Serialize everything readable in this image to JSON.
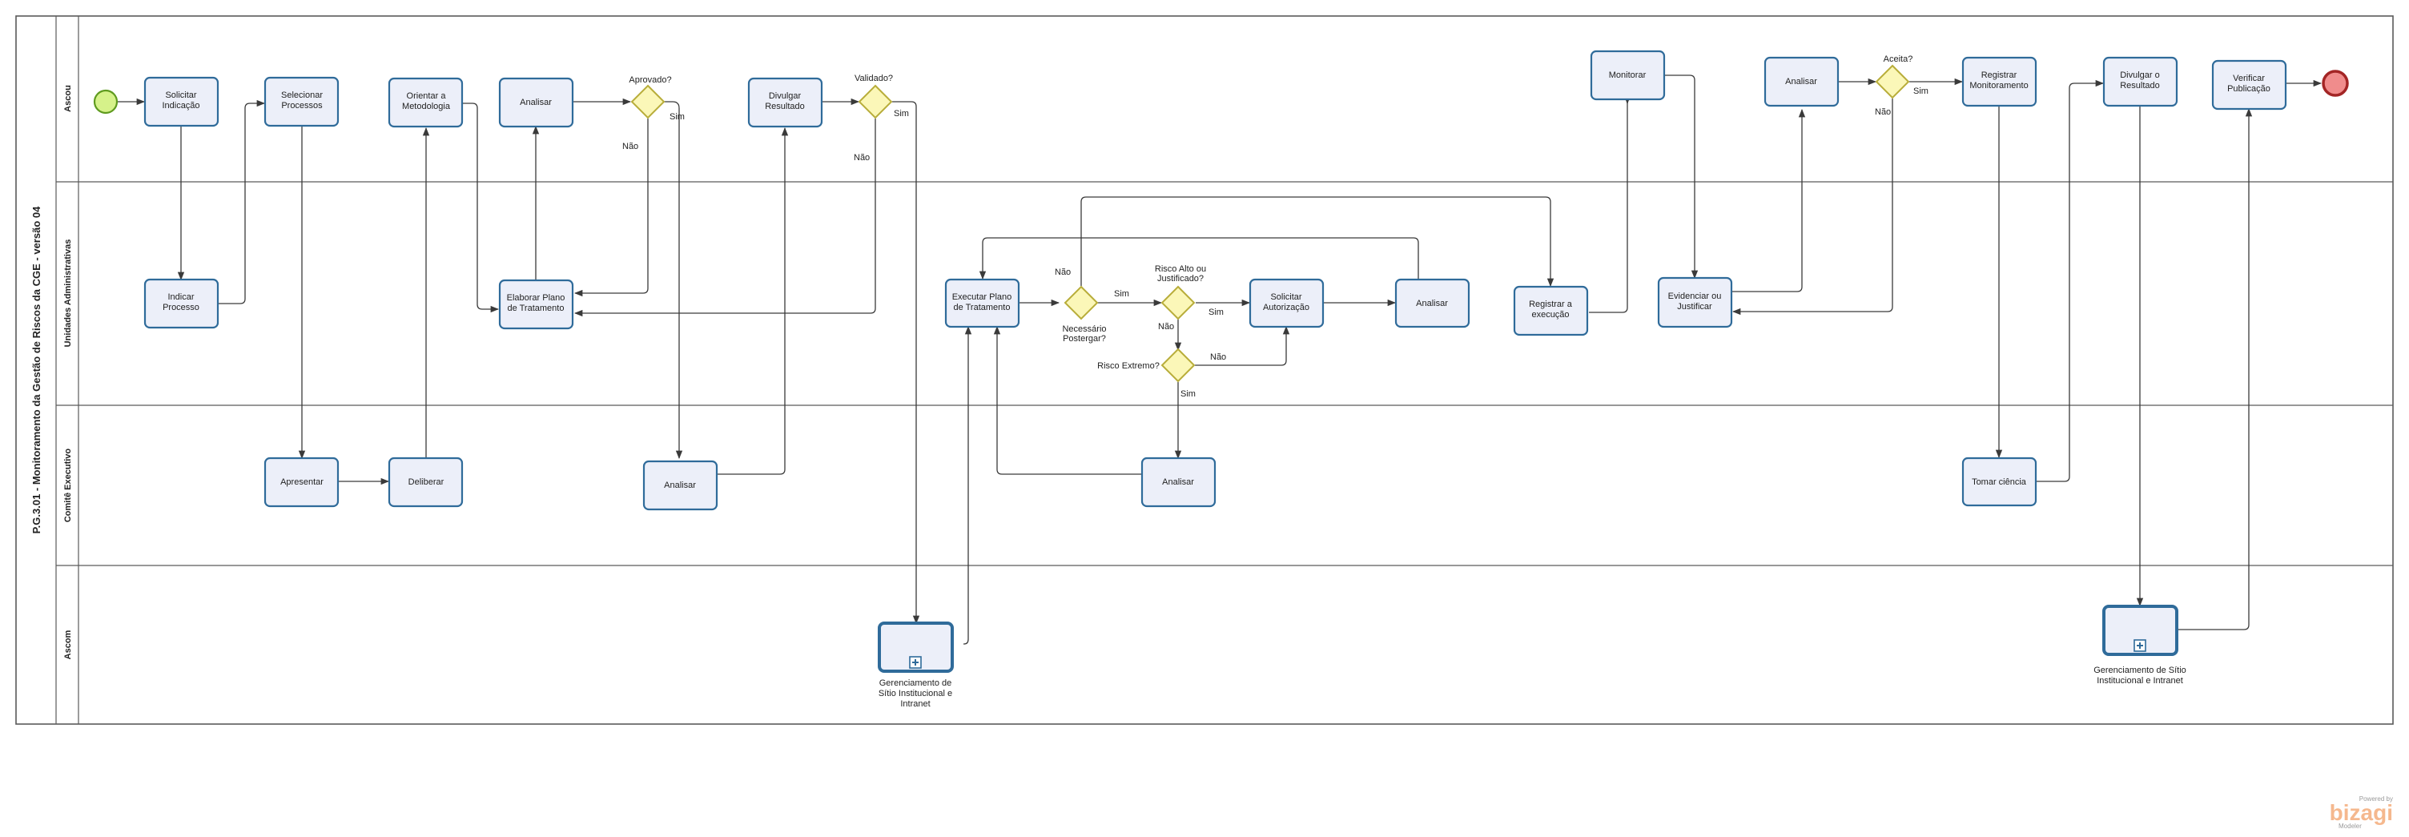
{
  "pool": {
    "title": "P.G.3.01 - Monitoramento da Gestão de Riscos da CGE - versão 04"
  },
  "lanes": [
    "Ascou",
    "Unidades Administrativas",
    "Comitê Executivo",
    "Ascom"
  ],
  "tasks": {
    "solicitar_indicacao": "Solicitar Indicação",
    "indicar_processo": "Indicar Processo",
    "selecionar_processos": "Selecionar Processos",
    "apresentar": "Apresentar",
    "orientar_metodologia": "Orientar a Metodologia",
    "deliberar": "Deliberar",
    "analisar_1": "Analisar",
    "elaborar_plano": "Elaborar Plano de Tratamento",
    "analisar_comite_1": "Analisar",
    "divulgar_resultado": "Divulgar Resultado",
    "executar_plano": "Executar Plano de Tratamento",
    "solicitar_autorizacao": "Solicitar Autorização",
    "analisar_ua": "Analisar",
    "analisar_comite_2": "Analisar",
    "registrar_execucao": "Registrar a execução",
    "monitorar": "Monitorar",
    "evidenciar_justificar": "Evidenciar ou Justificar",
    "analisar_ascou": "Analisar",
    "registrar_monitoramento": "Registrar Monitoramento",
    "tomar_ciencia": "Tomar ciência",
    "divulgar_o_resultado": "Divulgar o Resultado",
    "verificar_publicacao": "Verificar Publicação"
  },
  "subprocesses": {
    "gerenciamento_1": "Gerenciamento de Sítio Institucional e Intranet",
    "gerenciamento_2": "Gerenciamento de Sítio Institucional e Intranet"
  },
  "gateways": {
    "aprovado": "Aprovado?",
    "validado": "Validado?",
    "necessario_postergar": "Necessário Postergar?",
    "risco_alto": "Risco Alto ou Justificado?",
    "risco_extremo": "Risco Extremo?",
    "aceita": "Aceita?"
  },
  "flow_labels": {
    "sim": "Sim",
    "nao": "Não"
  },
  "branding": {
    "powered_by": "Powered by",
    "name": "bizagi",
    "edition": "Modeler"
  }
}
